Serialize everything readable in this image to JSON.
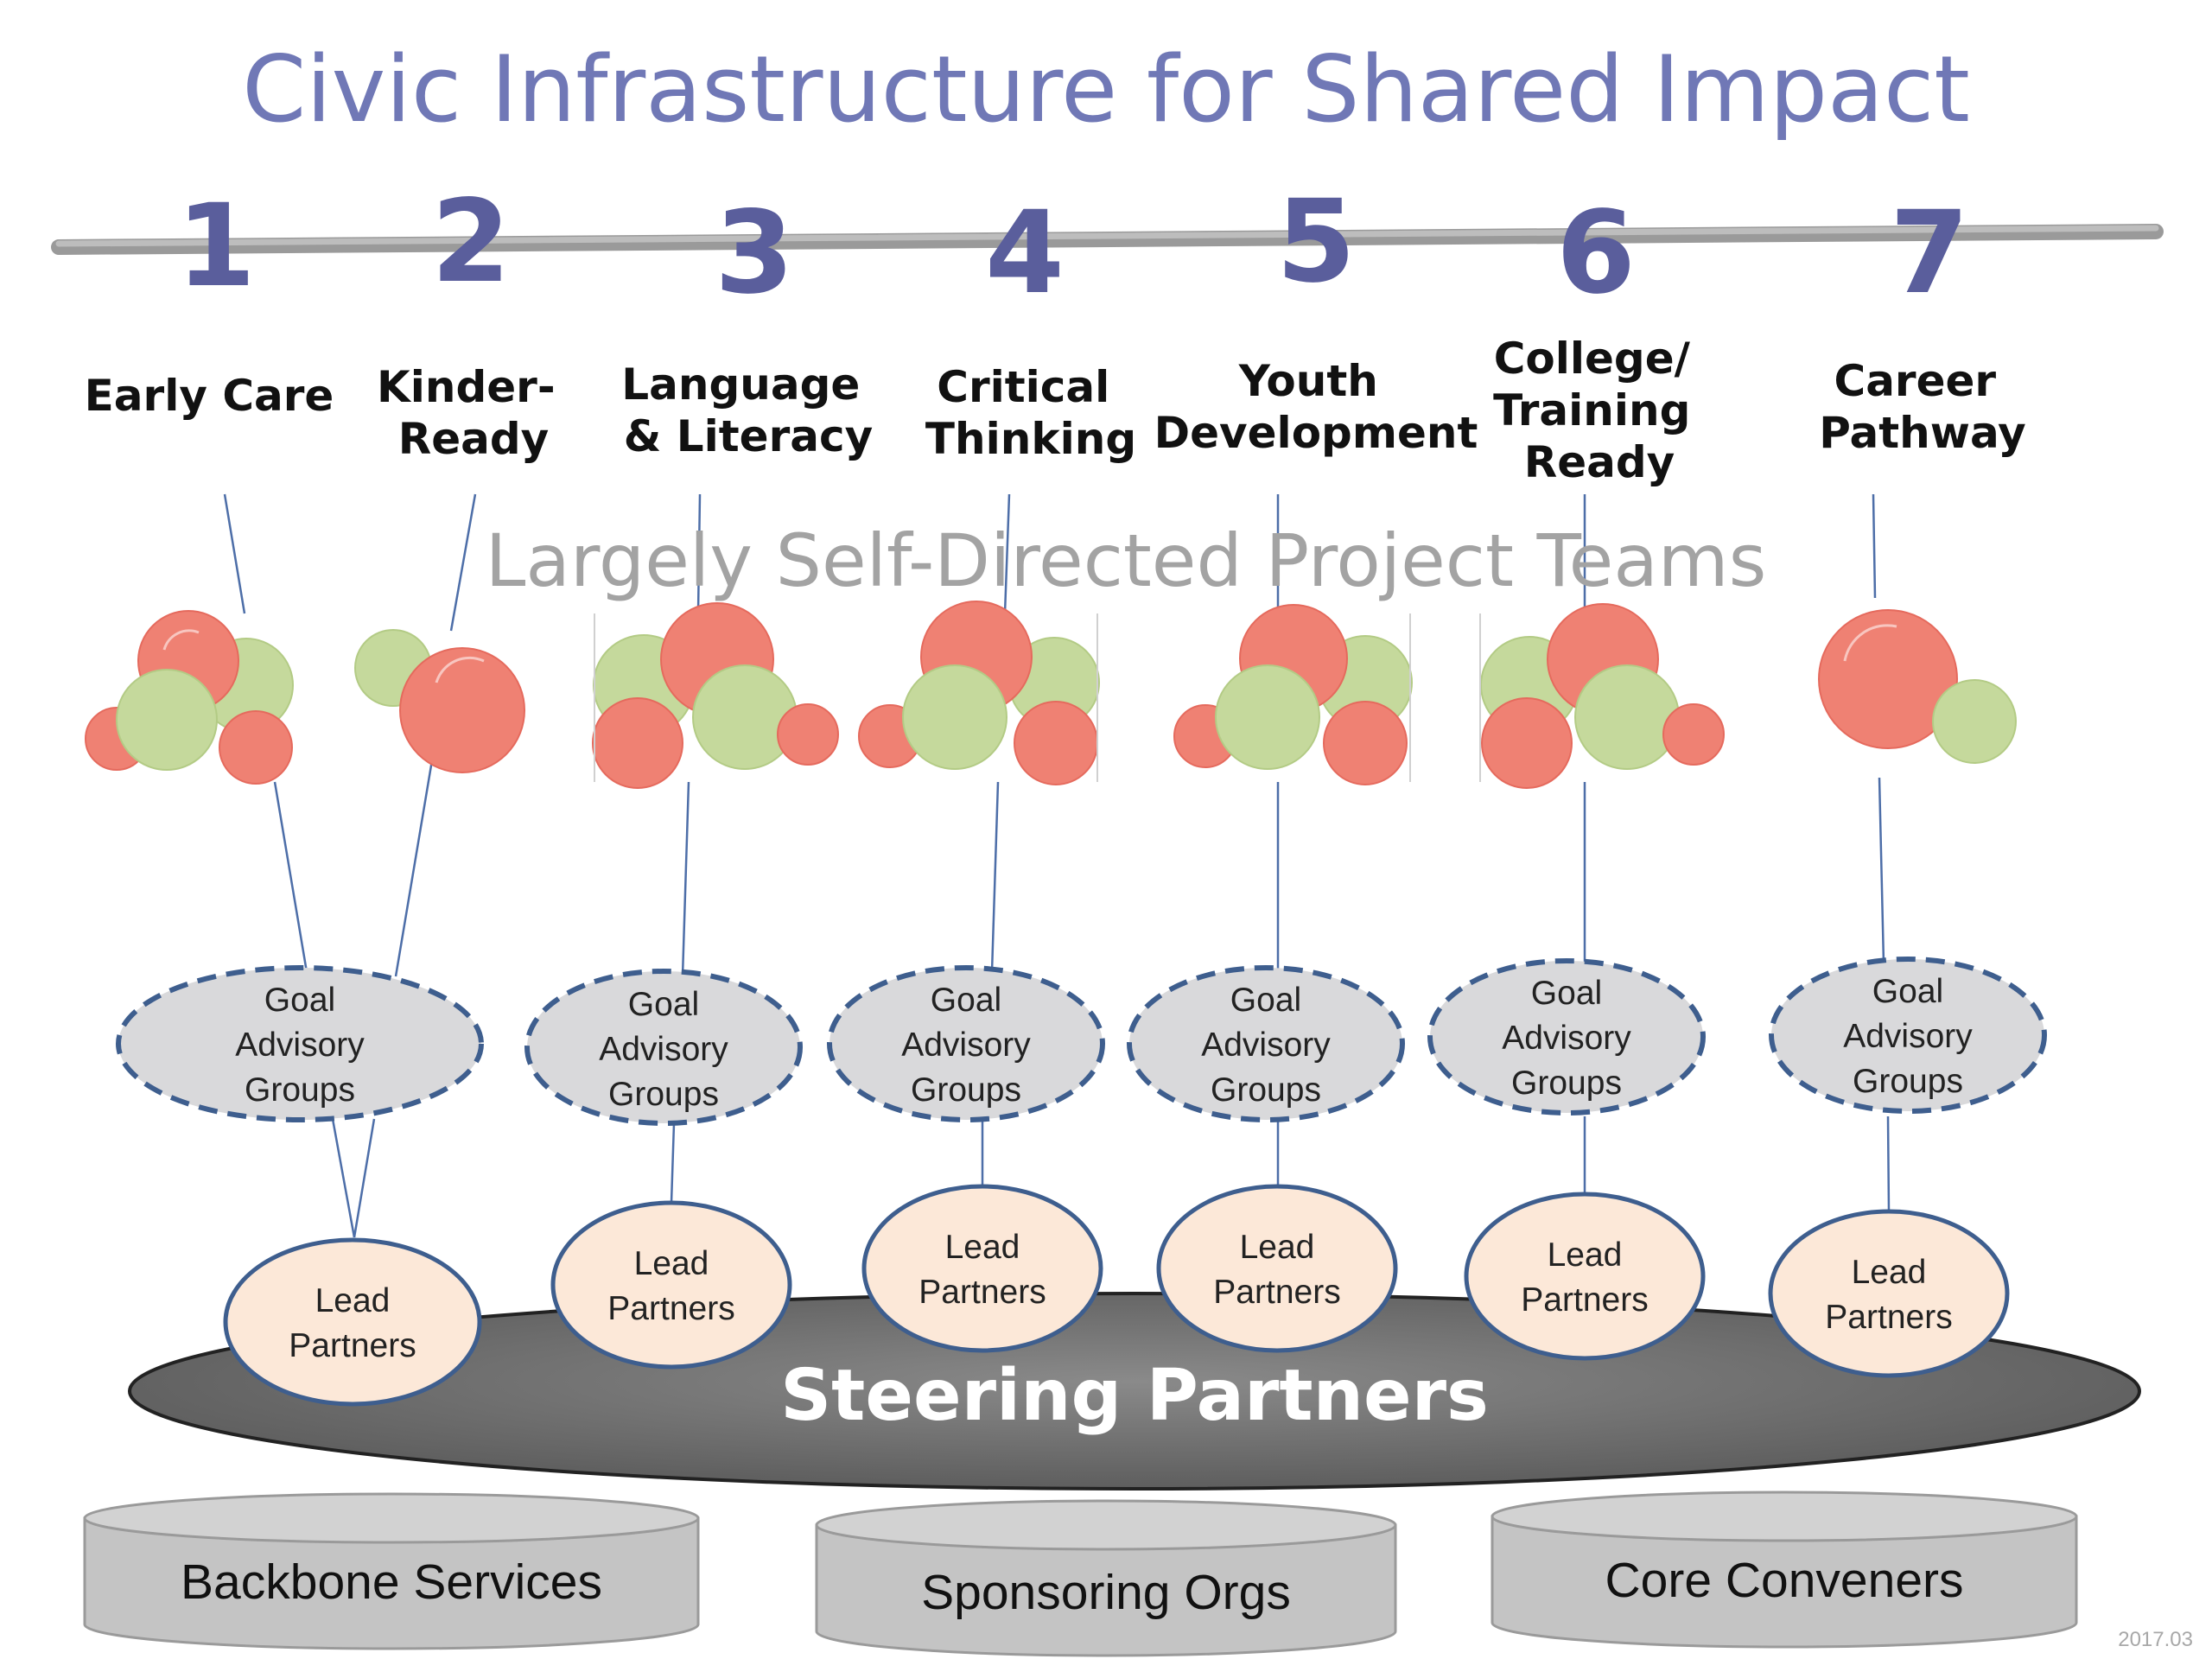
{
  "title": "Civic Infrastructure for Shared Impact",
  "subtitle": "Largely Self-Directed Project Teams",
  "goals": [
    {
      "number": "1",
      "label_lines": [
        "Early Care"
      ]
    },
    {
      "number": "2",
      "label_lines": [
        "Kinder-",
        "Ready"
      ]
    },
    {
      "number": "3",
      "label_lines": [
        "Language",
        "& Literacy"
      ]
    },
    {
      "number": "4",
      "label_lines": [
        "Critical",
        "Thinking"
      ]
    },
    {
      "number": "5",
      "label_lines": [
        "Youth",
        "Development"
      ]
    },
    {
      "number": "6",
      "label_lines": [
        "College/",
        "Training",
        "Ready"
      ]
    },
    {
      "number": "7",
      "label_lines": [
        "Career",
        "Pathway"
      ]
    }
  ],
  "advisory_group_label_lines": [
    "Goal",
    "Advisory",
    "Groups"
  ],
  "lead_partners_label_lines": [
    "Lead",
    "Partners"
  ],
  "steering_label": "Steering Partners",
  "foundations": [
    "Backbone Services",
    "Sponsoring Orgs",
    "Core Conveners"
  ],
  "version_stamp": "2017.03",
  "colors": {
    "title": "#7078b6",
    "numbers": "#5a5e9c",
    "team_red": "#ef8173",
    "team_green": "#c5d99c",
    "advisory_fill": "#d9d9db",
    "advisory_border": "#3e5e8e",
    "lead_fill": "#fce8d8",
    "steering_fill": "#6b6b6b",
    "foundation_fill": "#c4c4c4"
  }
}
